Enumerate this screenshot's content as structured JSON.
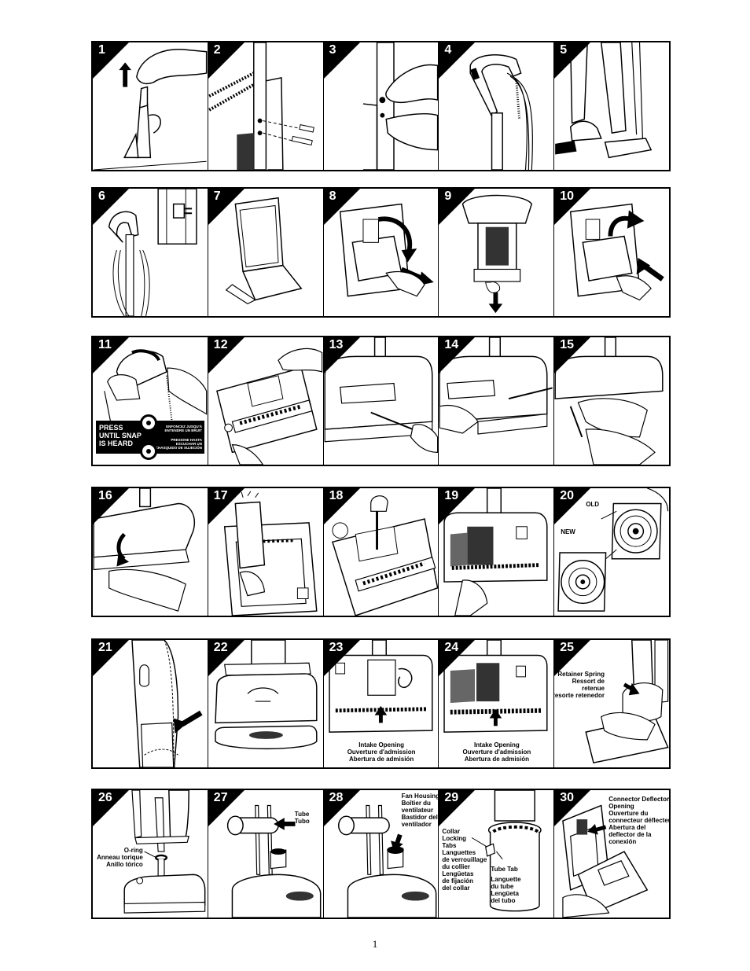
{
  "page": {
    "number": "1"
  },
  "steps": [
    {
      "n": "1"
    },
    {
      "n": "2"
    },
    {
      "n": "3"
    },
    {
      "n": "4"
    },
    {
      "n": "5"
    },
    {
      "n": "6"
    },
    {
      "n": "7"
    },
    {
      "n": "8"
    },
    {
      "n": "9"
    },
    {
      "n": "10"
    },
    {
      "n": "11"
    },
    {
      "n": "12"
    },
    {
      "n": "13"
    },
    {
      "n": "14"
    },
    {
      "n": "15"
    },
    {
      "n": "16"
    },
    {
      "n": "17"
    },
    {
      "n": "18"
    },
    {
      "n": "19"
    },
    {
      "n": "20"
    },
    {
      "n": "21"
    },
    {
      "n": "22"
    },
    {
      "n": "23"
    },
    {
      "n": "24"
    },
    {
      "n": "25"
    },
    {
      "n": "26"
    },
    {
      "n": "27"
    },
    {
      "n": "28"
    },
    {
      "n": "29"
    },
    {
      "n": "30"
    }
  ],
  "labels": {
    "press": {
      "line1": "PRESS",
      "line2": "UNTIL SNAP",
      "line3": "IS HEARD",
      "fr1": "ENFONCEZ JUSQU'À",
      "fr2": "ENTENDRE UN BRUIT",
      "es1": "PRESIONE HASTA",
      "es2": "ESCUCHAR UN",
      "es3": "CHASQUIDO DE SUJECIÓN"
    },
    "old": "OLD",
    "new": "NEW",
    "intake": {
      "en": "Intake Opening",
      "fr": "Ouverture d'admission",
      "es": "Abertura de admisión"
    },
    "spring": {
      "en": "Retainer Spring",
      "fr1": "Ressort de",
      "fr2": "retenue",
      "es": "Resorte retenedor"
    },
    "oring": {
      "en": "O-ring",
      "fr": "Anneau torique",
      "es": "Anillo tórico"
    },
    "tube": {
      "en": "Tube",
      "fr": "Tubo"
    },
    "fan": {
      "l1": "Fan Housing",
      "l2": "Boîtier du",
      "l3": "ventilateur",
      "l4": "Bastidor del",
      "l5": "ventilador"
    },
    "collar": {
      "l1": "Collar",
      "l2": "Locking",
      "l3": "Tabs",
      "l4": "Languettes",
      "l5": "de verrouillage",
      "l6": "du collier",
      "l7": "Lengüetas",
      "l8": "de fijación",
      "l9": "del collar"
    },
    "tubetab": {
      "l1": "Tube Tab",
      "l2": "Languette",
      "l3": "du tube",
      "l4": "Lengüeta",
      "l5": "del tubo"
    },
    "deflector": {
      "l1": "Connector Deflector",
      "l2": "Opening",
      "l3": "Ouverture du",
      "l4": "connecteur déflecteur",
      "l5": "Abertura del",
      "l6": "deflector de  la",
      "l7": "conexión"
    }
  }
}
